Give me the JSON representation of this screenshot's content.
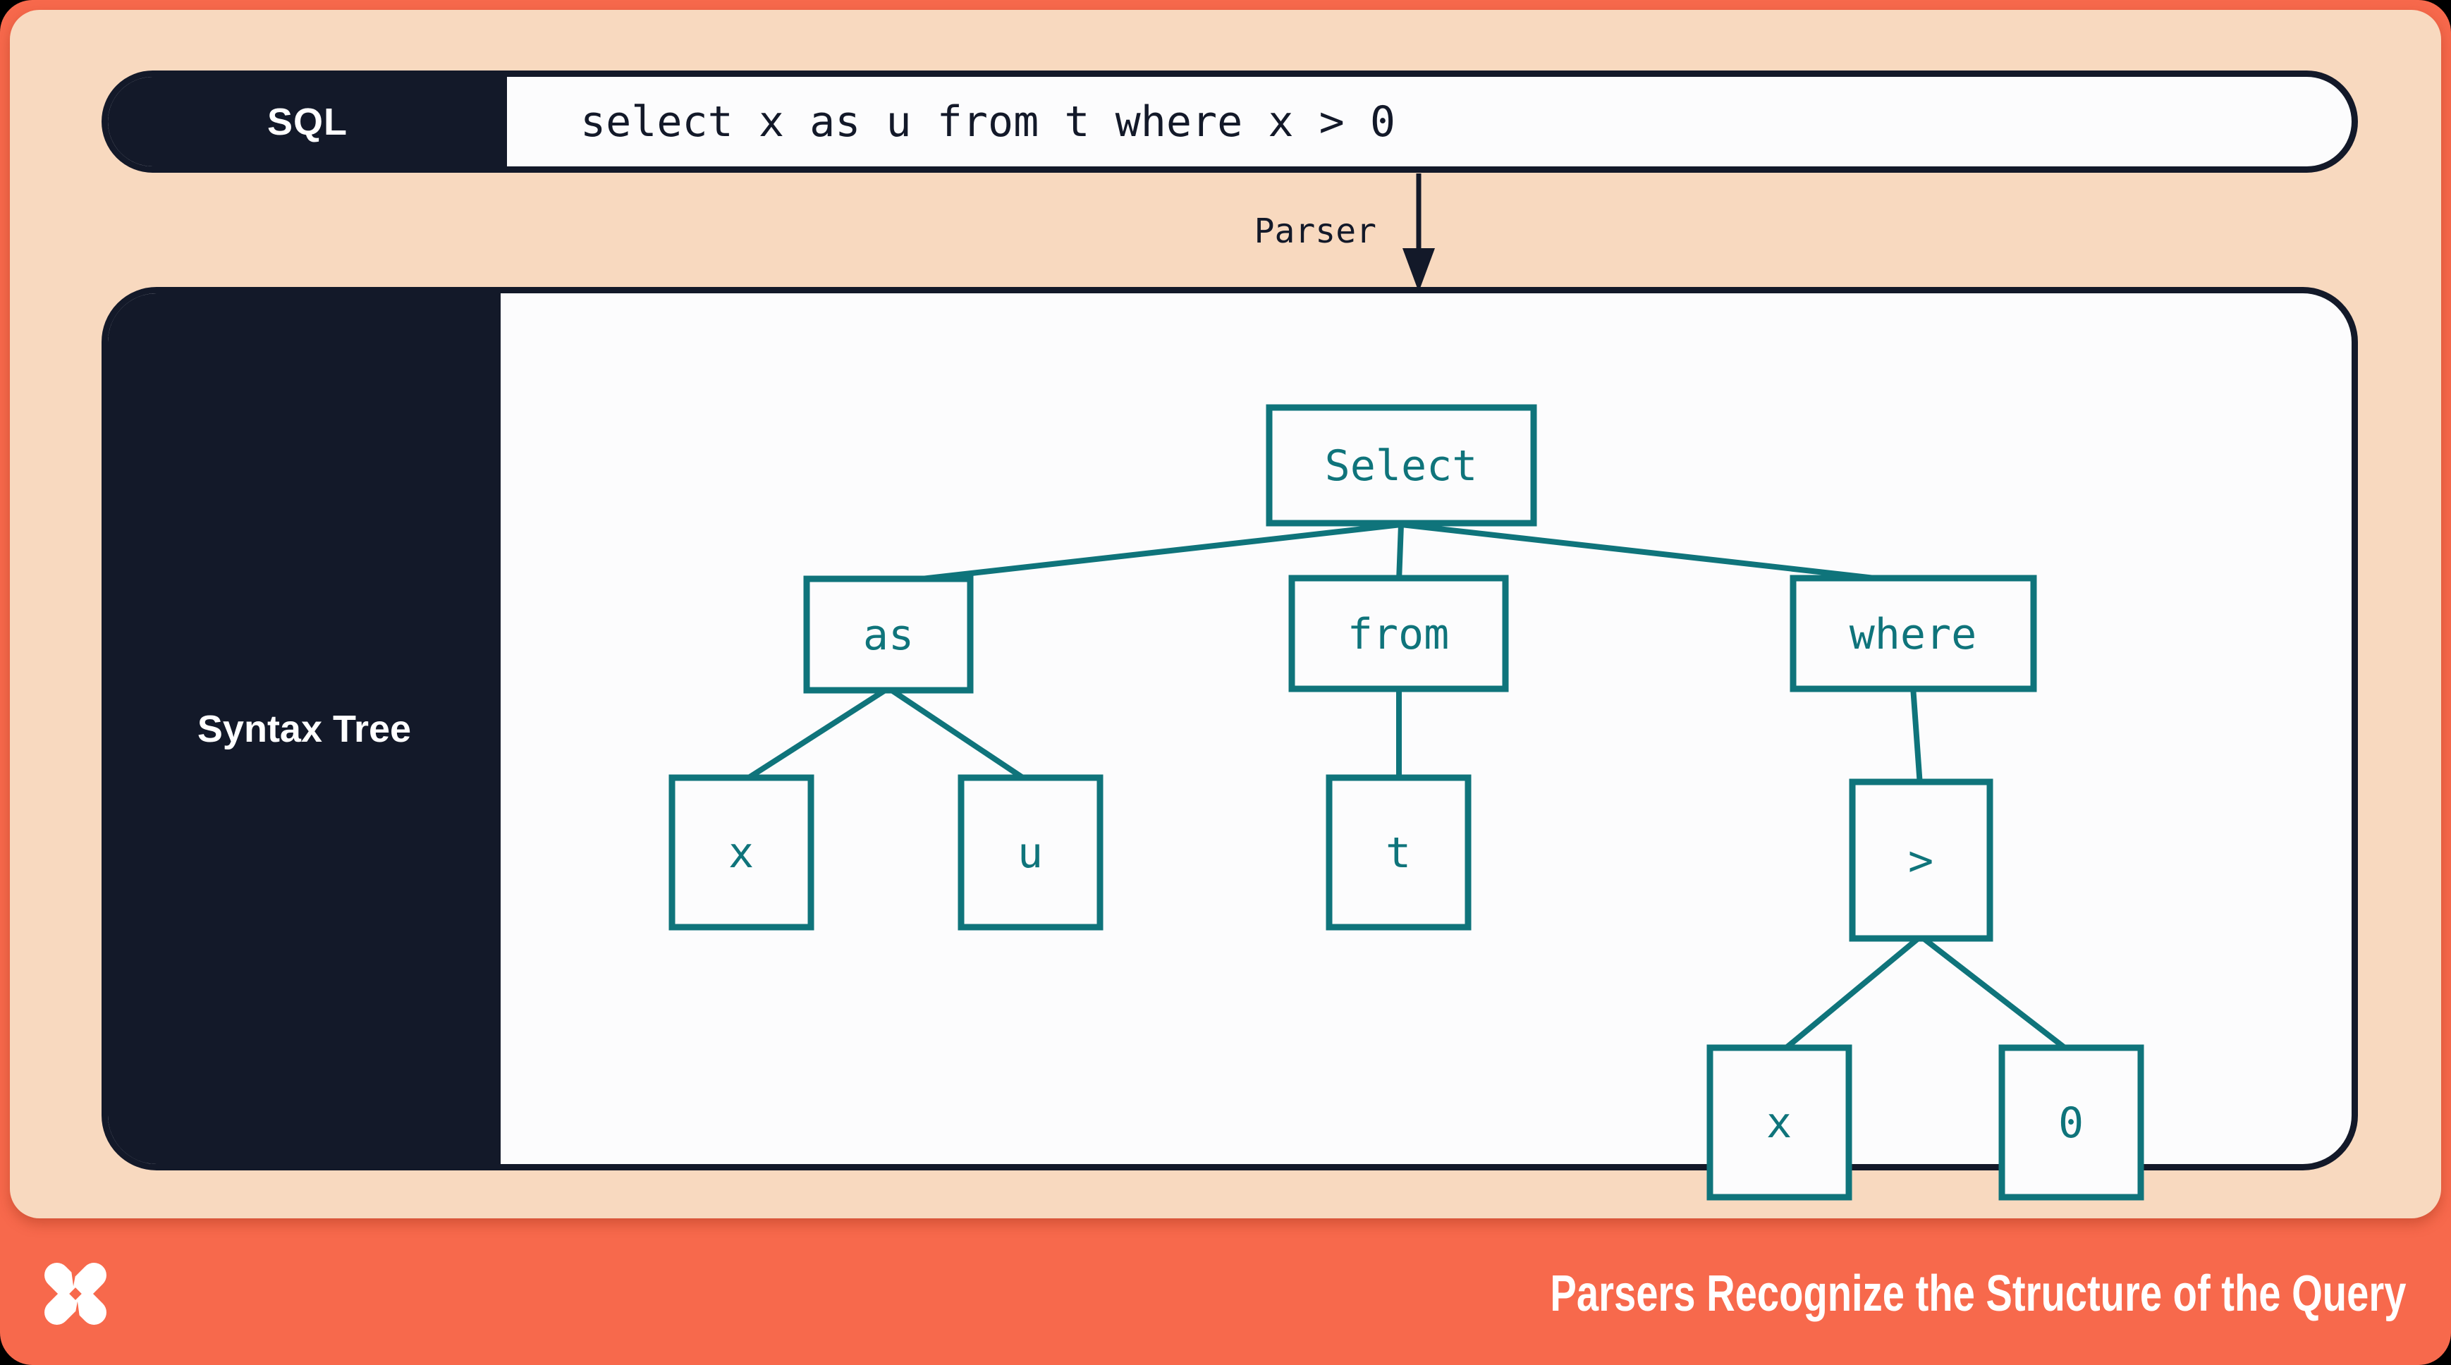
{
  "slide": {
    "sql_bar": {
      "label": "SQL",
      "query": "select x as u from t where x > 0"
    },
    "parser": {
      "label": "Parser"
    },
    "syntax_tree": {
      "panel_label": "Syntax Tree",
      "nodes": [
        {
          "id": "select",
          "label": "Select",
          "parent": null
        },
        {
          "id": "as",
          "label": "as",
          "parent": "select"
        },
        {
          "id": "from",
          "label": "from",
          "parent": "select"
        },
        {
          "id": "where",
          "label": "where",
          "parent": "select"
        },
        {
          "id": "x_alias",
          "label": "x",
          "parent": "as"
        },
        {
          "id": "u",
          "label": "u",
          "parent": "as"
        },
        {
          "id": "t",
          "label": "t",
          "parent": "from"
        },
        {
          "id": "gt",
          "label": ">",
          "parent": "where"
        },
        {
          "id": "x_operand",
          "label": "x",
          "parent": "gt"
        },
        {
          "id": "zero",
          "label": "0",
          "parent": "gt"
        }
      ]
    },
    "footer": {
      "caption": "Parsers Recognize the Structure of the Query",
      "logo": "x-star-logo"
    },
    "colors": {
      "frame_orange": "#F7694C",
      "peach": "#F8D9BF",
      "navy": "#131929",
      "teal": "#0F747B",
      "surface": "#FCFCFD",
      "footer_text": "#FFFFFF"
    }
  }
}
